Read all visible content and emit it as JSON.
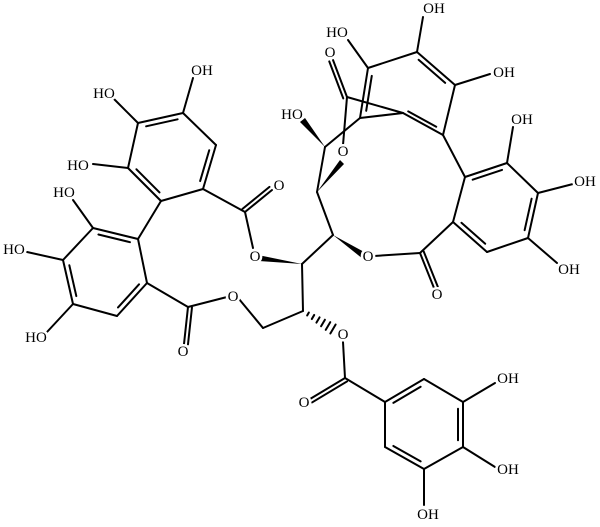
{
  "structure": {
    "labels": {
      "a1_oh": "OH",
      "a6_ho": "HO",
      "a5_ho": "HO",
      "b2_ho": "HO",
      "b3_ho": "HO",
      "b4_ho": "HO",
      "esterA_carbonyl_o": "O",
      "esterA_o": "O",
      "esterB_carbonyl_o": "O",
      "esterB_o": "O",
      "gall_ester_o": "O",
      "gall_carbonyl_o": "O",
      "g3_oh": "OH",
      "g4_oh": "OH",
      "g5_oh": "OH",
      "esterR_o": "O",
      "esterR_carbonyl_o": "O",
      "bridge_o": "O",
      "ketone_o": "O",
      "ch_ho": "HO",
      "q_ho": "HO",
      "q_oh_top": "OH",
      "q_oh_right": "OH",
      "r2_oh": "OH",
      "r3_oh": "OH",
      "r4_oh": "OH"
    }
  }
}
